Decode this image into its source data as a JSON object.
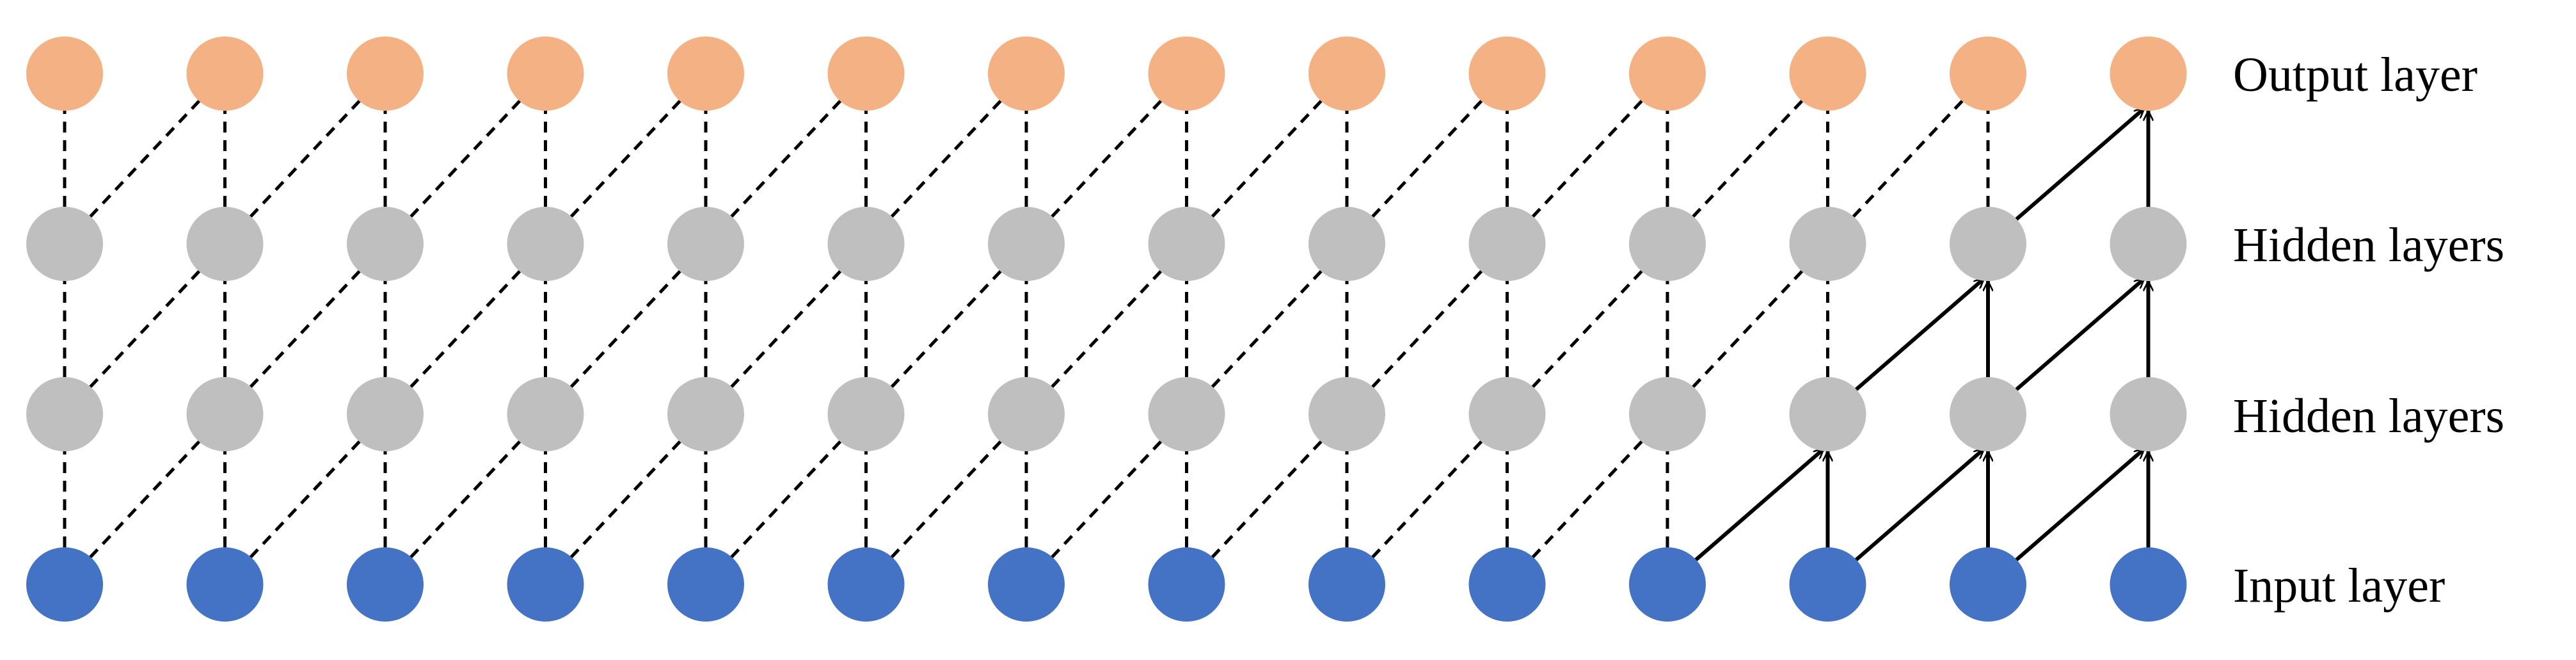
{
  "labels": {
    "output": "Output layer",
    "hidden_upper": "Hidden layers",
    "hidden_lower": "Hidden layers",
    "input": "Input layer"
  },
  "network": {
    "columns": 14,
    "rows": 4,
    "highlighted_columns_from_right": 3
  },
  "colors": {
    "output": "#F4B183",
    "hidden": "#BFBFBF",
    "input": "#4472C4",
    "edge": "#000000"
  }
}
